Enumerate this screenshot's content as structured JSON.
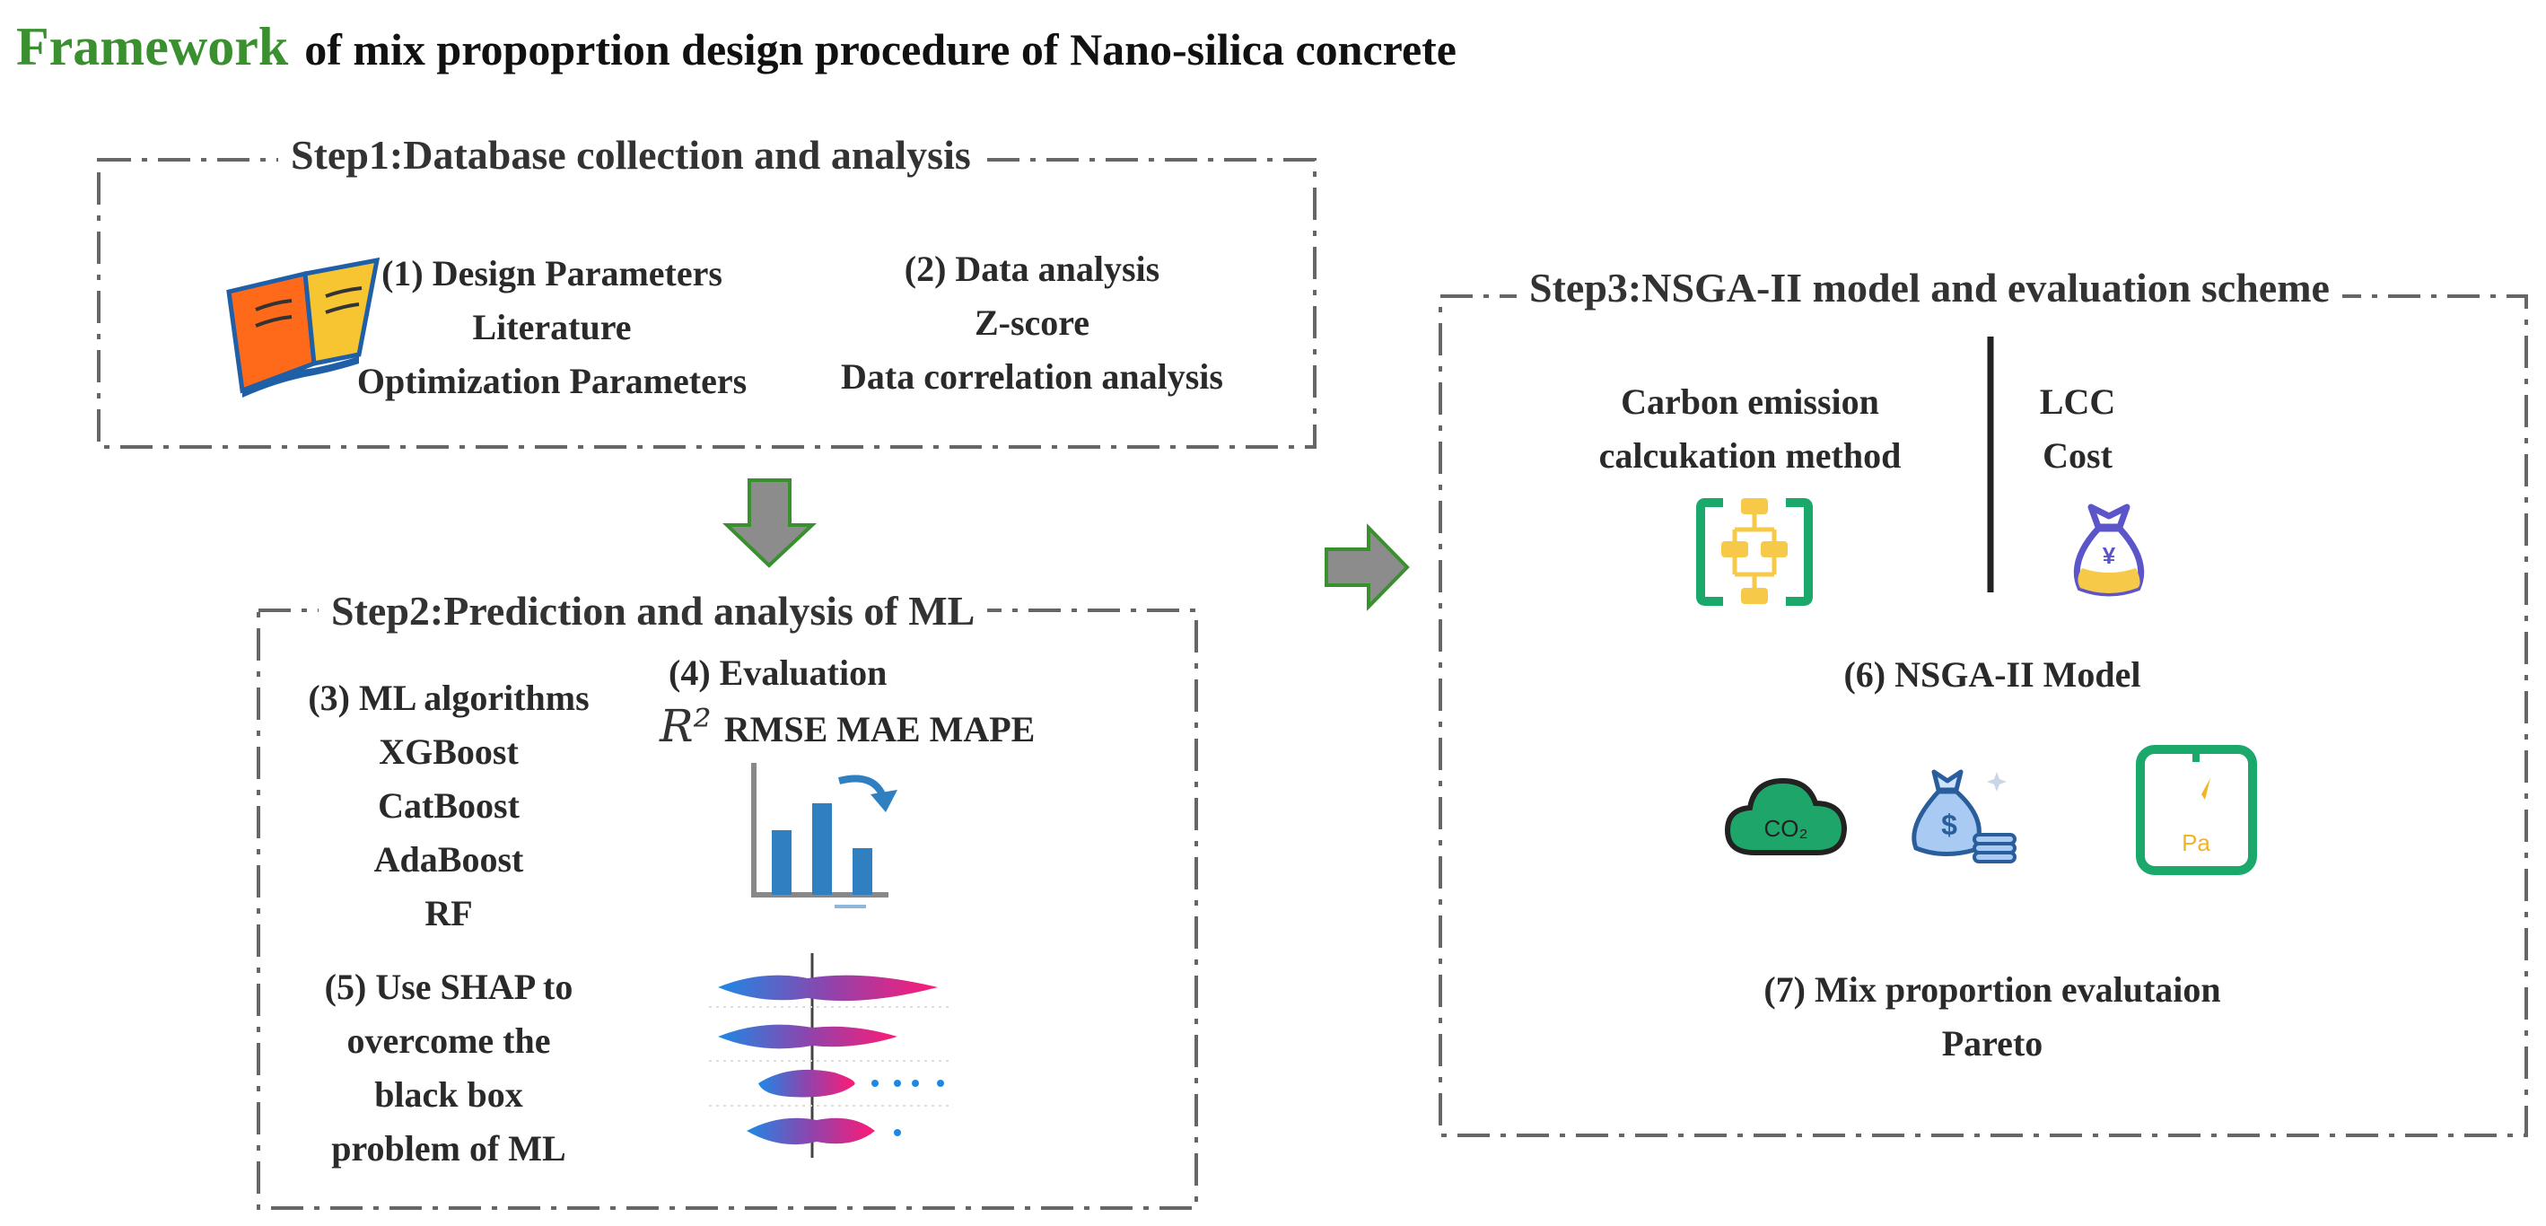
{
  "header": {
    "accent": "Framework",
    "rest": "of mix propoprtion design procedure of Nano-silica concrete"
  },
  "step1": {
    "title": "Step1:Database collection and analysis",
    "block1": [
      "(1) Design Parameters",
      "Literature",
      "Optimization Parameters"
    ],
    "block2": [
      "(2) Data analysis",
      "Z-score",
      "Data correlation analysis"
    ]
  },
  "step2": {
    "title": "Step2:Prediction and analysis of ML",
    "algorithms": [
      "(3) ML algorithms",
      "XGBoost",
      "CatBoost",
      "AdaBoost",
      "RF"
    ],
    "evaluation_title": "(4) Evaluation",
    "r2_symbol": "R²",
    "metrics": "RMSE MAE MAPE",
    "shap": [
      "(5) Use SHAP to",
      "overcome the",
      "black box",
      "problem of ML"
    ]
  },
  "step3": {
    "title": "Step3:NSGA-II model and evaluation scheme",
    "carbon": [
      "Carbon emission",
      "calcukation method"
    ],
    "lcc": [
      "LCC",
      "Cost"
    ],
    "model": "(6) NSGA-II Model",
    "co2_label": "CO₂",
    "dollar_label": "$",
    "yen_label": "¥",
    "pa_label": "Pa",
    "evaluation": [
      "(7) Mix proportion evalutaion",
      "Pareto"
    ]
  },
  "colors": {
    "accent_green": "#3a8f2e",
    "arrow_gray": "#8c8c8c",
    "dash_gray": "#666666",
    "chart_blue": "#2f7fc1",
    "icon_green": "#1aa86b",
    "icon_yellow": "#f7c948",
    "bag_purple": "#5b55c9"
  }
}
